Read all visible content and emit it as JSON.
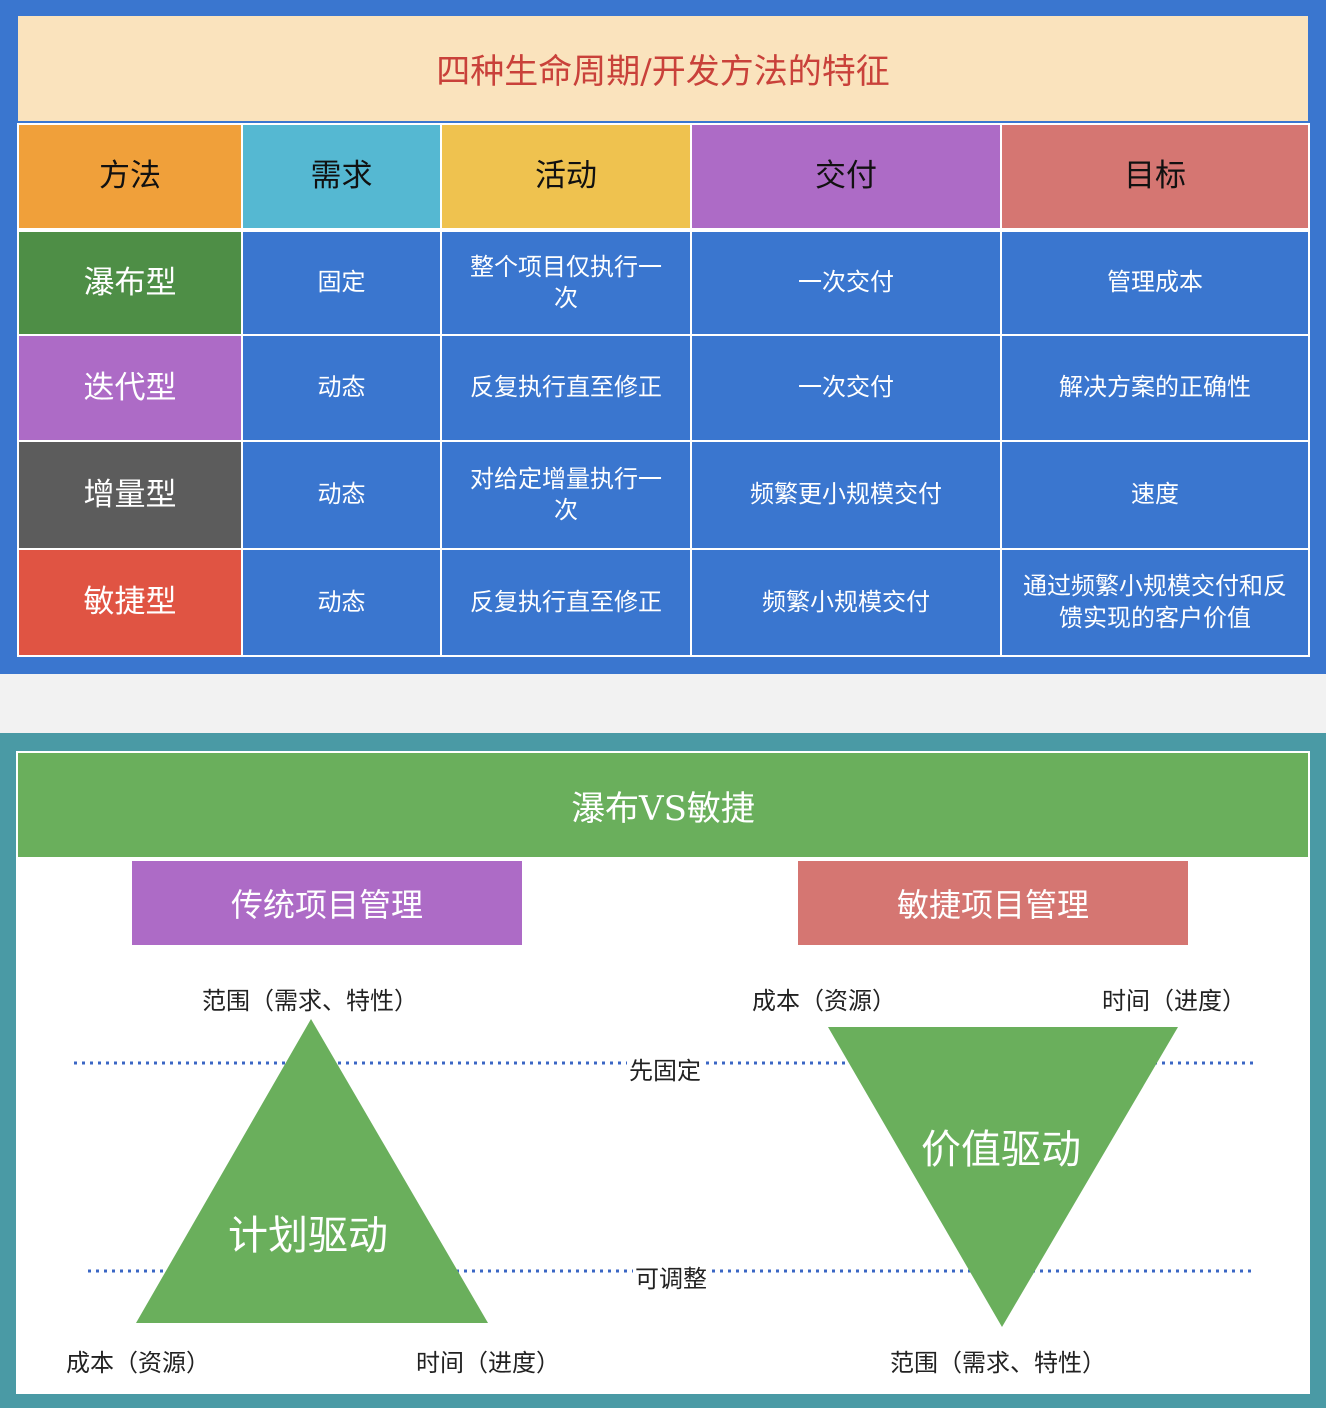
{
  "top": {
    "title": "四种生命周期/开发方法的特征",
    "headers": [
      "方法",
      "需求",
      "活动",
      "交付",
      "目标"
    ],
    "header_colors": [
      "#f0a03a",
      "#55b8d2",
      "#efc24f",
      "#ad6bc6",
      "#d57672"
    ],
    "rows": [
      {
        "method": "瀑布型",
        "method_color": "#4e8e46",
        "cells": [
          "固定",
          "整个项目仅执行一次",
          "一次交付",
          "管理成本"
        ]
      },
      {
        "method": "迭代型",
        "method_color": "#ad6bc6",
        "cells": [
          "动态",
          "反复执行直至修正",
          "一次交付",
          "解决方案的正确性"
        ]
      },
      {
        "method": "增量型",
        "method_color": "#5c5c5c",
        "cells": [
          "动态",
          "对给定增量执行一次",
          "频繁更小规模交付",
          "速度"
        ]
      },
      {
        "method": "敏捷型",
        "method_color": "#e05443",
        "cells": [
          "动态",
          "反复执行直至修正",
          "频繁小规模交付",
          "通过频繁小规模交付和反馈实现的客户价值"
        ]
      }
    ],
    "cell_color": "#3a76cf"
  },
  "bottom": {
    "title": "瀑布VS敏捷",
    "traditional": {
      "label": "传统项目管理",
      "top_label": "范围（需求、特性）",
      "shape_text": "计划驱动",
      "bottom_left": "成本（资源）",
      "bottom_right": "时间（进度）"
    },
    "agile": {
      "label": "敏捷项目管理",
      "top_left": "成本（资源）",
      "top_right": "时间（进度）",
      "shape_text": "价值驱动",
      "bottom_label": "范围（需求、特性）"
    },
    "fixed_line_label": "先固定",
    "adjust_line_label": "可调整",
    "shape_color": "#6aaf5c",
    "line_color": "#3a66c4"
  }
}
